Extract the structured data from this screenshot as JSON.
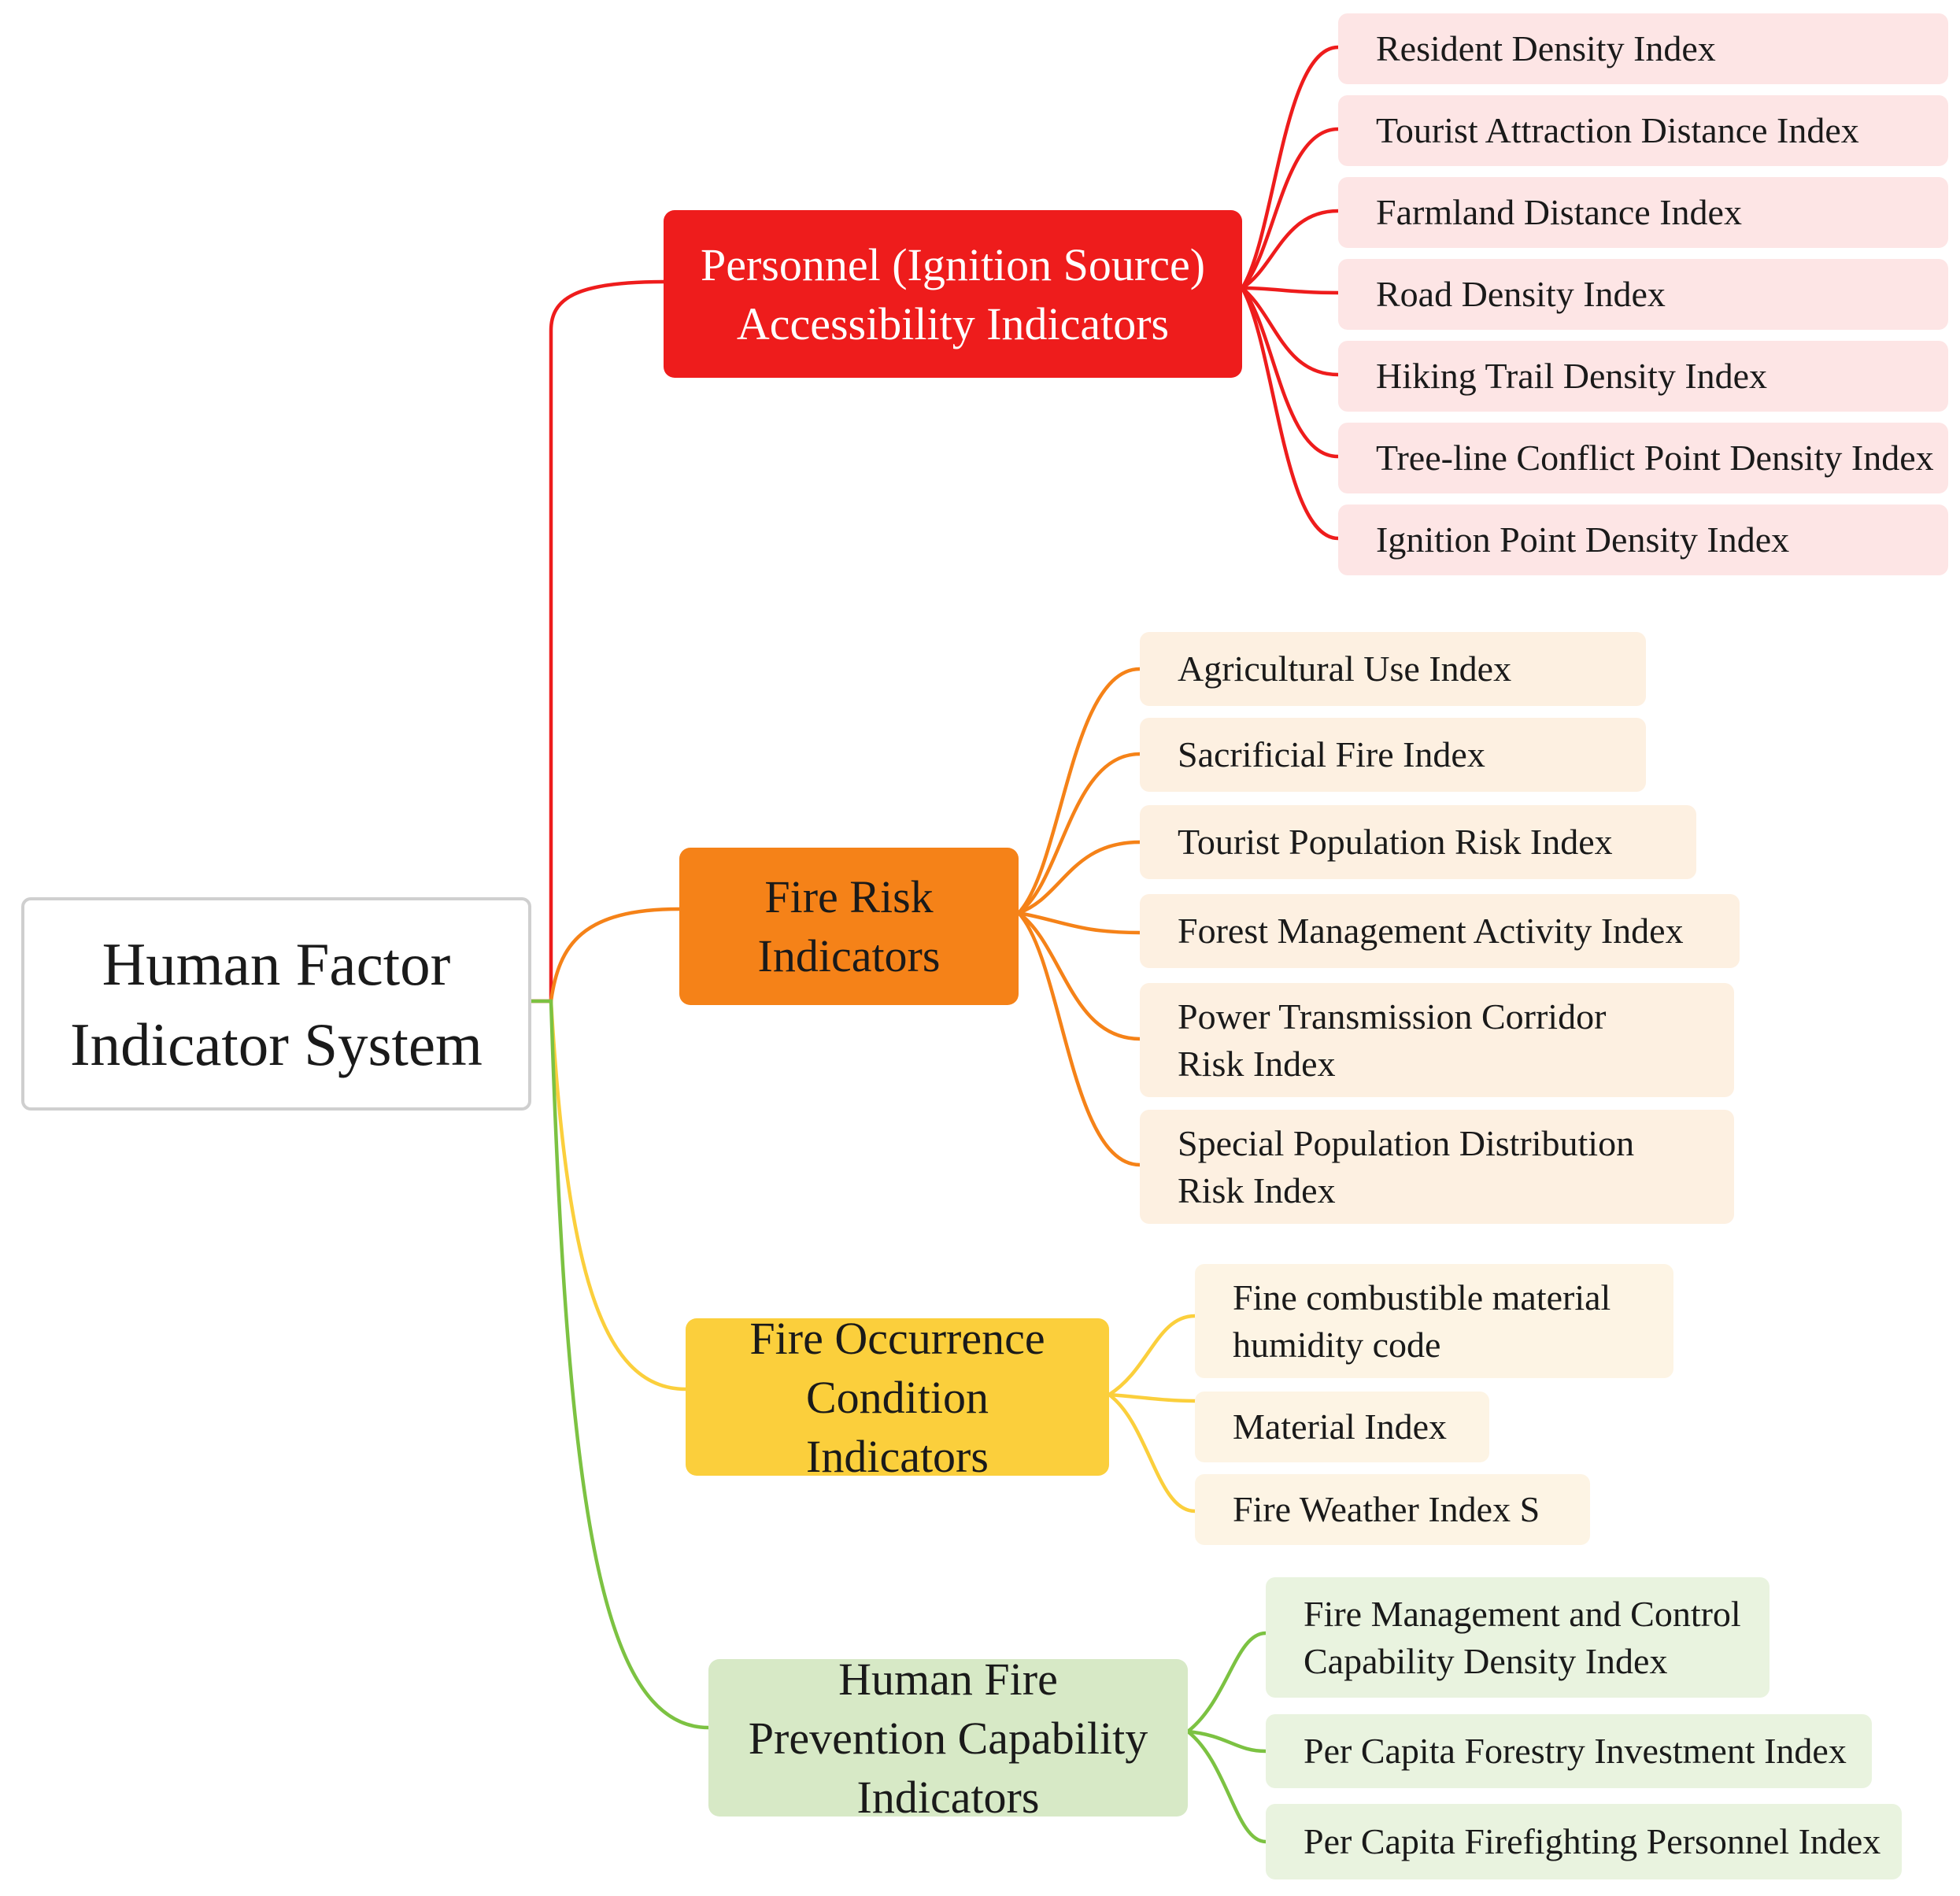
{
  "root": {
    "label": "Human Factor Indicator System"
  },
  "branches": [
    {
      "label": "Personnel (Ignition Source) Accessibility Indicators",
      "color": "#ee1c1c",
      "leaves": [
        "Resident Density Index",
        "Tourist Attraction Distance Index",
        "Farmland Distance Index",
        "Road Density Index",
        "Hiking Trail Density Index",
        "Tree-line Conflict Point Density Index",
        "Ignition Point Density Index"
      ]
    },
    {
      "label": "Fire Risk Indicators",
      "color": "#f58218",
      "leaves": [
        "Agricultural Use Index",
        "Sacrificial Fire Index",
        "Tourist Population Risk Index",
        "Forest Management Activity Index",
        "Power Transmission Corridor Risk Index",
        "Special Population Distribution Risk Index"
      ]
    },
    {
      "label": "Fire Occurrence Condition Indicators",
      "color": "#fbcf3c",
      "leaves": [
        "Fine combustible material humidity code",
        "Material Index",
        "Fire Weather Index S"
      ]
    },
    {
      "label": "Human Fire Prevention Capability Indicators",
      "color": "#7cc242",
      "leaves": [
        "Fire Management and Control Capability Density Index",
        "Per Capita Forestry Investment Index",
        "Per Capita Firefighting Personnel Index"
      ]
    }
  ]
}
